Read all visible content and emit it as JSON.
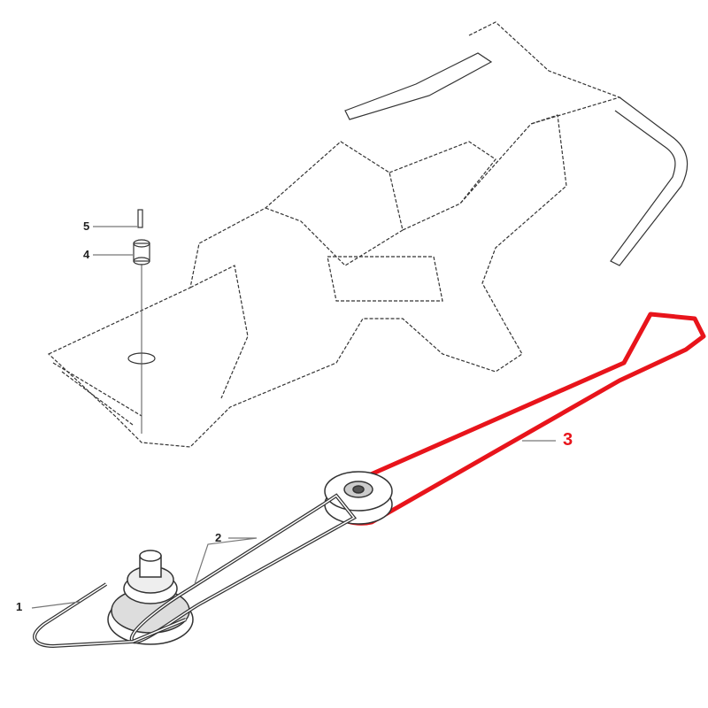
{
  "callouts": [
    {
      "id": "1",
      "label": "1"
    },
    {
      "id": "2",
      "label": "2"
    },
    {
      "id": "3",
      "label": "3",
      "highlighted": true
    },
    {
      "id": "4",
      "label": "4"
    },
    {
      "id": "5",
      "label": "5"
    }
  ],
  "colors": {
    "highlight": "#e8141b",
    "line": "#333333",
    "leader": "#777777"
  }
}
